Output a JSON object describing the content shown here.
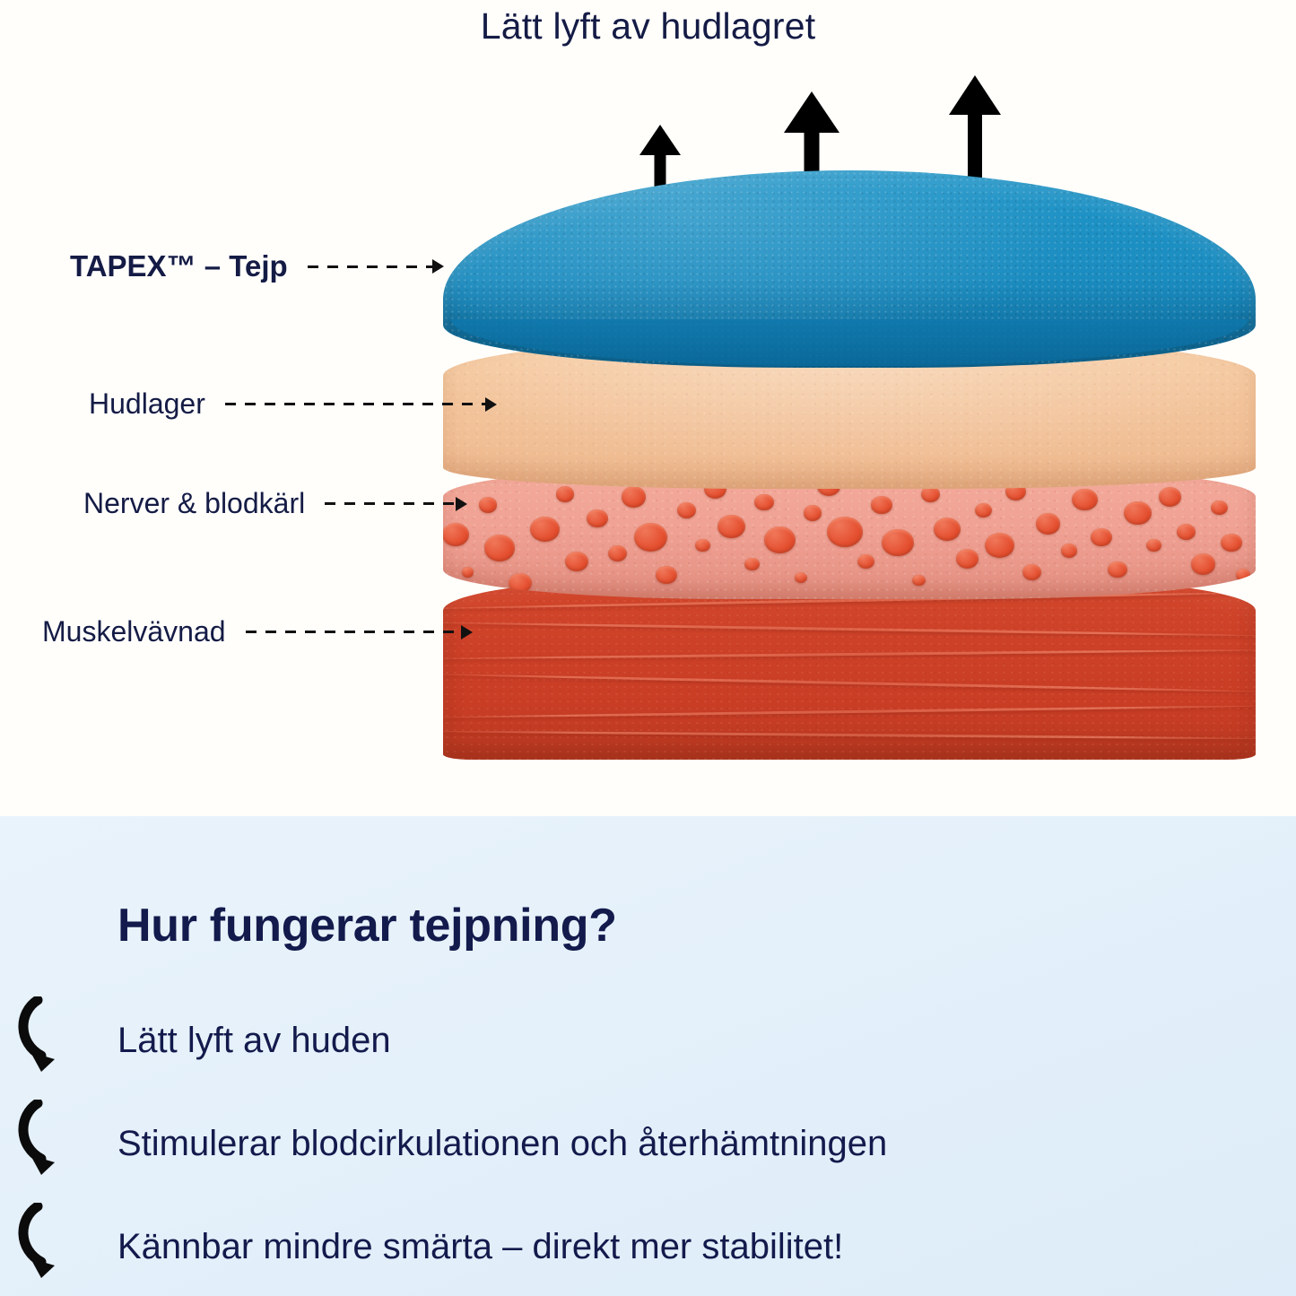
{
  "top": {
    "heading": "Lätt lyft av hudlagret",
    "arrows_alt": "up-arrows-indicating-lift",
    "callouts": [
      {
        "label": "TAPEX™ – Tejp",
        "emphasis": "bold",
        "layer": "tape"
      },
      {
        "label": "Hudlager",
        "emphasis": "regular",
        "layer": "skin"
      },
      {
        "label": "Nerver & blodkärl",
        "emphasis": "regular",
        "layer": "dermis"
      },
      {
        "label": "Muskelvävnad",
        "emphasis": "regular",
        "layer": "muscle"
      }
    ],
    "layer_colors": {
      "tape": "#1b8cc0",
      "tape_edge": "#0f78ad",
      "skin": "#f3c59c",
      "dermis": "#f0a294",
      "vessel_dot": "#e44f2f",
      "muscle": "#cd4128"
    }
  },
  "bottom": {
    "title": "Hur fungerar tejpning?",
    "background_color": "#e4f0fa",
    "text_color": "#131a4c",
    "bullets": [
      {
        "text": "Lätt lyft av huden"
      },
      {
        "text": "Stimulerar blodcirkulationen och återhämtningen"
      },
      {
        "text": "Kännbar mindre smärta – direkt mer stabilitet!"
      }
    ]
  }
}
